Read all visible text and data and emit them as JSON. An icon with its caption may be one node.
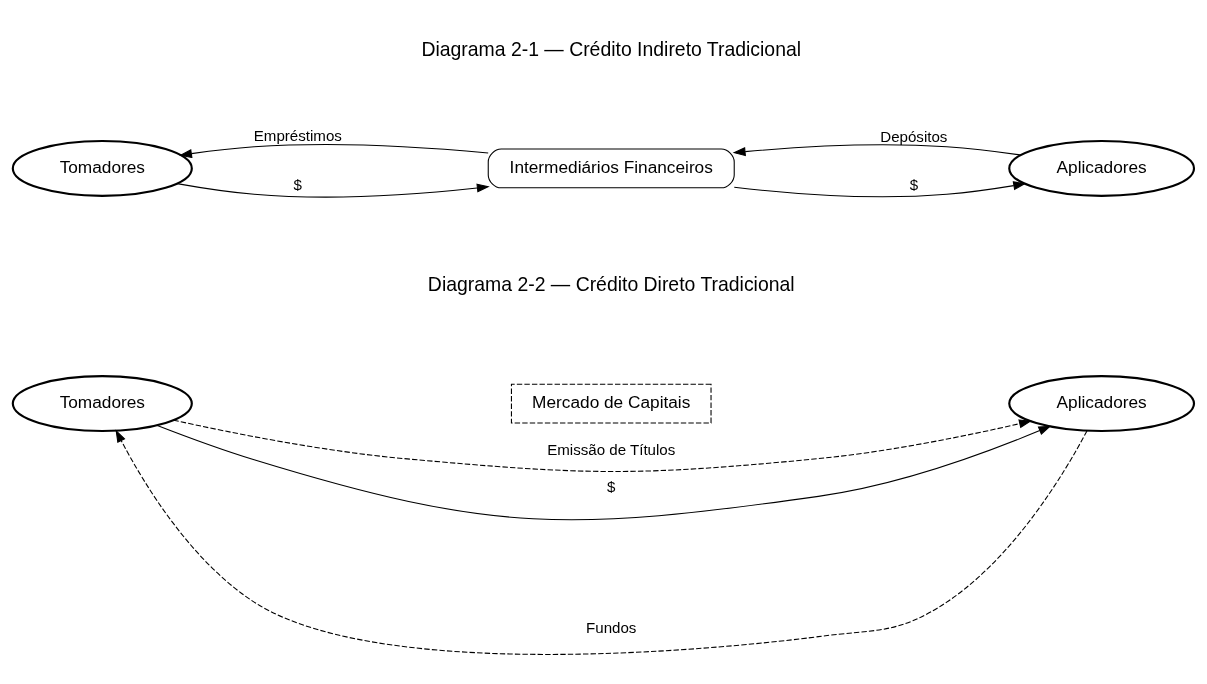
{
  "diagram": {
    "nodes": [
      {
        "text": [
          "Tomadores"
        ]
      },
      {
        "text": [
          "Intermediários Financeiros"
        ]
      },
      {
        "text": [
          "Aplicadores"
        ]
      },
      {
        "text": [
          "Tomadores"
        ]
      },
      {
        "text": [
          "Mercado de Capitais"
        ]
      },
      {
        "text": [
          "Aplicadores"
        ]
      }
    ],
    "edges": [
      {
        "from": 1,
        "to": 0,
        "arrow": "to",
        "label": "Empréstimos"
      },
      {
        "from": 0,
        "to": 1,
        "arrow": "to",
        "label": "$"
      },
      {
        "from": 2,
        "to": 1,
        "arrow": "to",
        "label": "Depósitos"
      },
      {
        "from": 1,
        "to": 2,
        "arrow": "to",
        "label": "$"
      },
      {
        "from": 3,
        "to": 5,
        "arrow": "to",
        "label": "Emissão de Títulos",
        "style": "dashed"
      },
      {
        "from": 5,
        "to": 3,
        "arrow": "to",
        "label": "Fundos",
        "style": "dashed"
      },
      {
        "from": 3,
        "to": 5,
        "arrow": "to",
        "label": "$"
      }
    ],
    "labels": [
      "Diagrama 2-1 — Crédito Indireto Tradicional",
      "Diagrama 2-2 — Crédito Direto Tradicional"
    ]
  }
}
